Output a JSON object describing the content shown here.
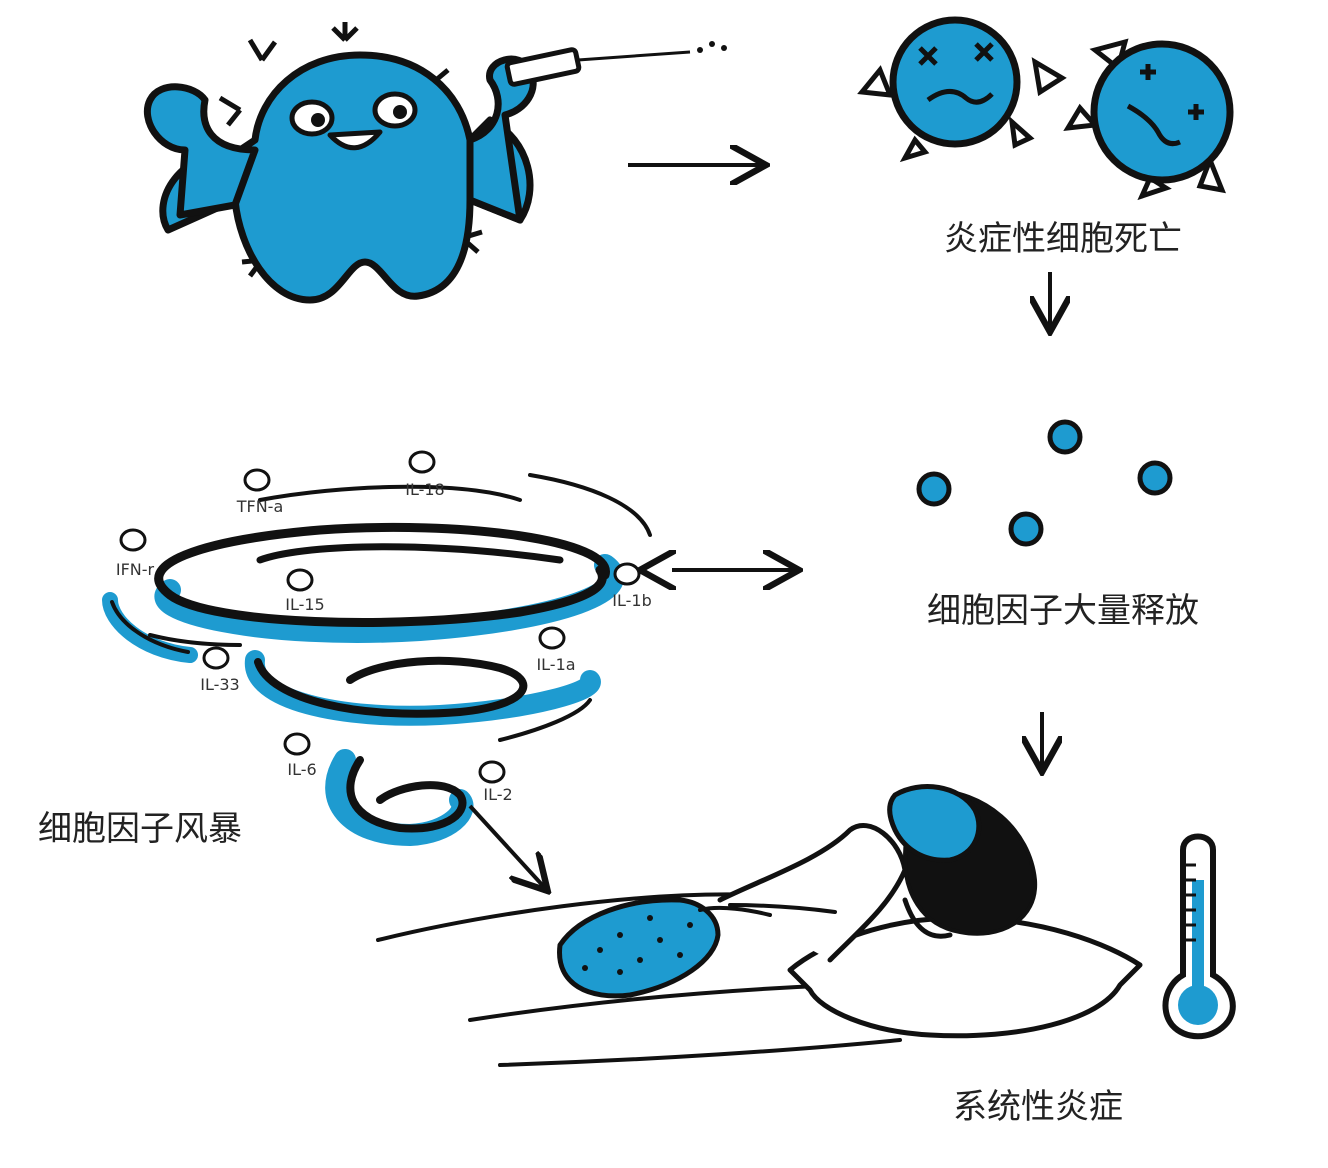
{
  "labels": {
    "inflammatory_cell_death": "炎症性细胞死亡",
    "cytokine_release": "细胞因子大量释放",
    "cytokine_storm": "细胞因子风暴",
    "systemic_inflammation": "系统性炎症"
  },
  "cytokines": [
    "TFN-a",
    "IL-18",
    "IFN-r",
    "IL-15",
    "IL-1b",
    "IL-33",
    "IL-1a",
    "IL-6",
    "IL-2"
  ],
  "colors": {
    "accent": "#1e9bd0",
    "outline": "#111111"
  },
  "icons": [
    "monster-cell-icon",
    "syringe-icon",
    "dead-cell-icon",
    "cytokine-dot-icon",
    "tornado-icon",
    "sick-person-icon",
    "thermometer-icon"
  ]
}
